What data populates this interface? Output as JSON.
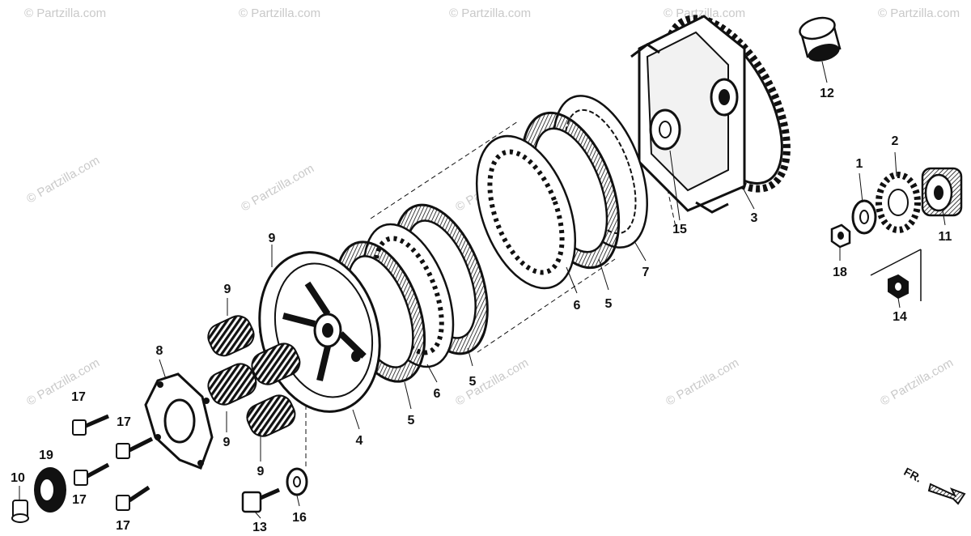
{
  "watermark": "© Partzilla.com",
  "direction_label": "FR.",
  "callouts": {
    "c1": "1",
    "c2": "2",
    "c3": "3",
    "c4": "4",
    "c5a": "5",
    "c5b": "5",
    "c5c": "5",
    "c5d": "5",
    "c6a": "6",
    "c6b": "6",
    "c7": "7",
    "c8": "8",
    "c9a": "9",
    "c9b": "9",
    "c9c": "9",
    "c9d": "9",
    "c10": "10",
    "c11": "11",
    "c12": "12",
    "c13": "13",
    "c14": "14",
    "c15": "15",
    "c16": "16",
    "c17a": "17",
    "c17b": "17",
    "c17c": "17",
    "c17d": "17",
    "c18": "18",
    "c19": "19"
  }
}
